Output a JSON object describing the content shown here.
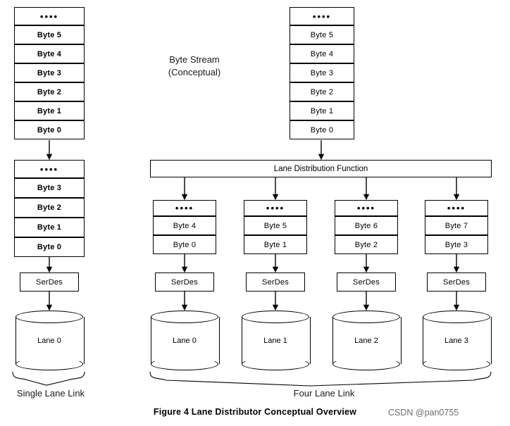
{
  "figure": {
    "caption": "Figure 4 Lane Distributor Conceptual Overview",
    "watermark": "CSDN @pan0755",
    "labels": {
      "byte_stream": "Byte Stream\n(Conceptual)",
      "single_lane_link": "Single Lane Link",
      "four_lane_link": "Four Lane Link",
      "lane_distribution_function": "Lane Distribution Function"
    },
    "dots_glyph": "••••"
  },
  "single_lane": {
    "source_stack": {
      "top_dots": "••••",
      "bytes": [
        "Byte 5",
        "Byte 4",
        "Byte 3",
        "Byte 2",
        "Byte 1",
        "Byte 0"
      ]
    },
    "lane_stack": {
      "top_dots": "••••",
      "bytes": [
        "Byte 3",
        "Byte 2",
        "Byte 1",
        "Byte 0"
      ]
    },
    "serdes": "SerDes",
    "lane": "Lane 0"
  },
  "four_lane": {
    "source_stack": {
      "top_dots": "••••",
      "bytes": [
        "Byte 5",
        "Byte 4",
        "Byte 3",
        "Byte 2",
        "Byte 1",
        "Byte 0"
      ]
    },
    "lanes": [
      {
        "top_dots": "••••",
        "bytes": [
          "Byte 4",
          "Byte 0"
        ],
        "serdes": "SerDes",
        "lane": "Lane 0"
      },
      {
        "top_dots": "••••",
        "bytes": [
          "Byte 5",
          "Byte 1"
        ],
        "serdes": "SerDes",
        "lane": "Lane 1"
      },
      {
        "top_dots": "••••",
        "bytes": [
          "Byte 6",
          "Byte 2"
        ],
        "serdes": "SerDes",
        "lane": "Lane 2"
      },
      {
        "top_dots": "••••",
        "bytes": [
          "Byte 7",
          "Byte 3"
        ],
        "serdes": "SerDes",
        "lane": "Lane 3"
      }
    ]
  }
}
